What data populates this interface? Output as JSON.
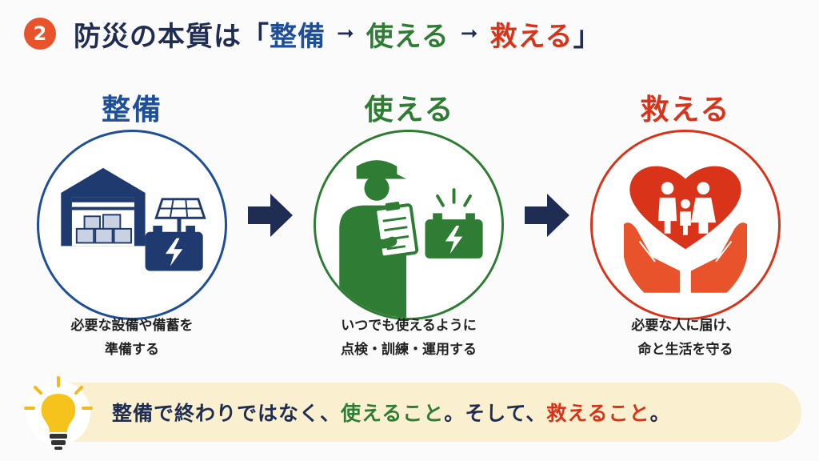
{
  "header": {
    "badge_number": "2",
    "title_prefix": "防災の本質は「",
    "term1": "整備",
    "arrow1": "➞",
    "term2": "使える",
    "arrow2": "➞",
    "term3": "救える",
    "title_suffix": "」"
  },
  "steps": [
    {
      "label": "整備",
      "color": "#1f4f96",
      "icon": "warehouse-solar-battery-icon",
      "desc_line1": "必要な設備や備蓄を",
      "desc_line2": "準備する"
    },
    {
      "label": "使える",
      "color": "#2f7d35",
      "icon": "worker-checklist-battery-icon",
      "desc_line1": "いつでも使えるように",
      "desc_line2": "点検・訓練・運用する"
    },
    {
      "label": "救える",
      "color": "#d9341a",
      "icon": "heart-family-hands-icon",
      "desc_line1": "必要な人に届け、",
      "desc_line2": "命と生活を守る"
    }
  ],
  "banner": {
    "part1": "整備で終わりではなく、",
    "part2": "使えること",
    "part3": "。そして、",
    "part4": "救えること",
    "part5": "。",
    "background": "#faf0cf",
    "icon": "lightbulb-icon"
  },
  "colors": {
    "navy": "#1f2d52",
    "blue": "#1f4f96",
    "green": "#2f7d35",
    "red": "#d9341a",
    "badge": "#e8532b"
  }
}
